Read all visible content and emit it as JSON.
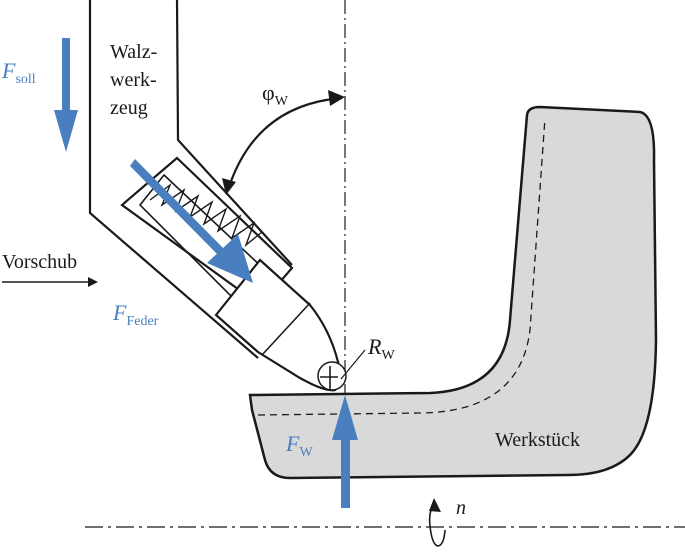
{
  "labels": {
    "tool_line1": "Walz-",
    "tool_line2": "werk-",
    "tool_line3": "zeug",
    "feed": "Vorschub",
    "workpiece": "Werkstück",
    "rotation": "n",
    "angle_sym": "φ",
    "angle_sub": "W",
    "radius_sym": "R",
    "radius_sub": "W",
    "f_soll_sym": "F",
    "f_soll_sub": "soll",
    "f_feder_sym": "F",
    "f_feder_sub": "Feder",
    "f_w_sym": "F",
    "f_w_sub": "W"
  },
  "colors": {
    "force_arrow": "#4a7fbf",
    "workpiece_fill": "#d9d9d9",
    "line": "#1a1a1a"
  }
}
